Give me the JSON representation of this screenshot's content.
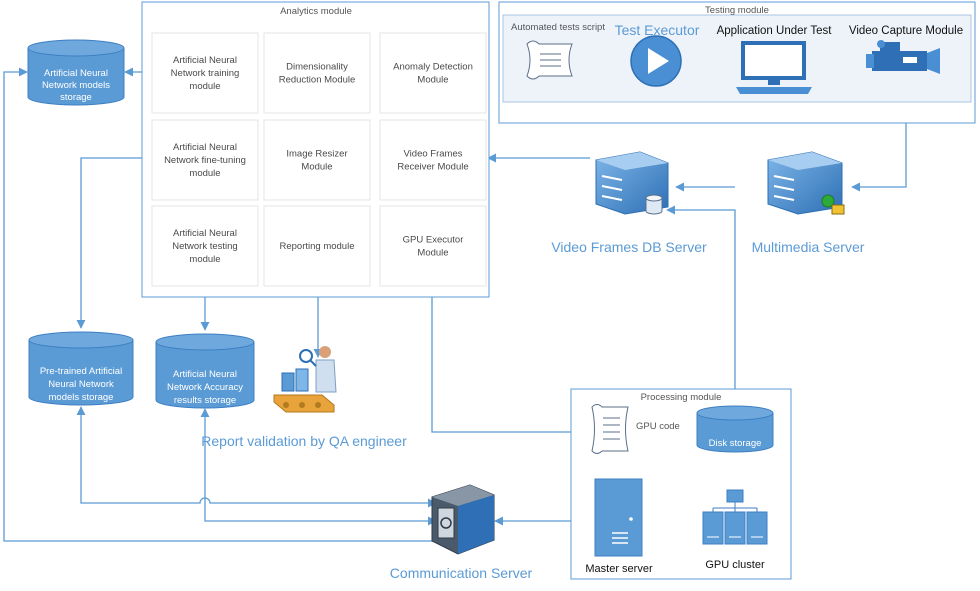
{
  "analytics": {
    "title": "Analytics module",
    "modules": [
      [
        "Artificial Neural",
        "Network training",
        "module"
      ],
      [
        "Dimensionality",
        "Reduction Module"
      ],
      [
        "Anomaly Detection",
        "Module"
      ],
      [
        "Artificial Neural",
        "Network fine-tuning",
        "module"
      ],
      [
        "Image Resizer",
        "Module"
      ],
      [
        "Video Frames",
        "Receiver Module"
      ],
      [
        "Artificial Neural",
        "Network testing",
        "module"
      ],
      [
        "Reporting module"
      ],
      [
        "GPU Executor",
        "Module"
      ]
    ]
  },
  "testing": {
    "title": "Testing module",
    "script_label": "Automated tests script",
    "executor_label": "Test Executor",
    "app_label": "Application Under Test",
    "capture_label": "Video Capture Module"
  },
  "servers": {
    "db": "Video Frames DB Server",
    "multimedia": "Multimedia Server",
    "communication": "Communication Server"
  },
  "storages": {
    "ann_models": [
      "Artificial Neural",
      "Network models",
      "storage"
    ],
    "pretrained": [
      "Pre-trained Artificial",
      "Neural Network",
      "models storage"
    ],
    "accuracy": [
      "Artificial Neural",
      "Network Accuracy",
      "results storage"
    ]
  },
  "report_validation": "Report validation by QA engineer",
  "processing": {
    "title": "Processing module",
    "gpu_code": "GPU code",
    "disk_storage": "Disk storage",
    "master": "Master server",
    "cluster": "GPU cluster"
  }
}
